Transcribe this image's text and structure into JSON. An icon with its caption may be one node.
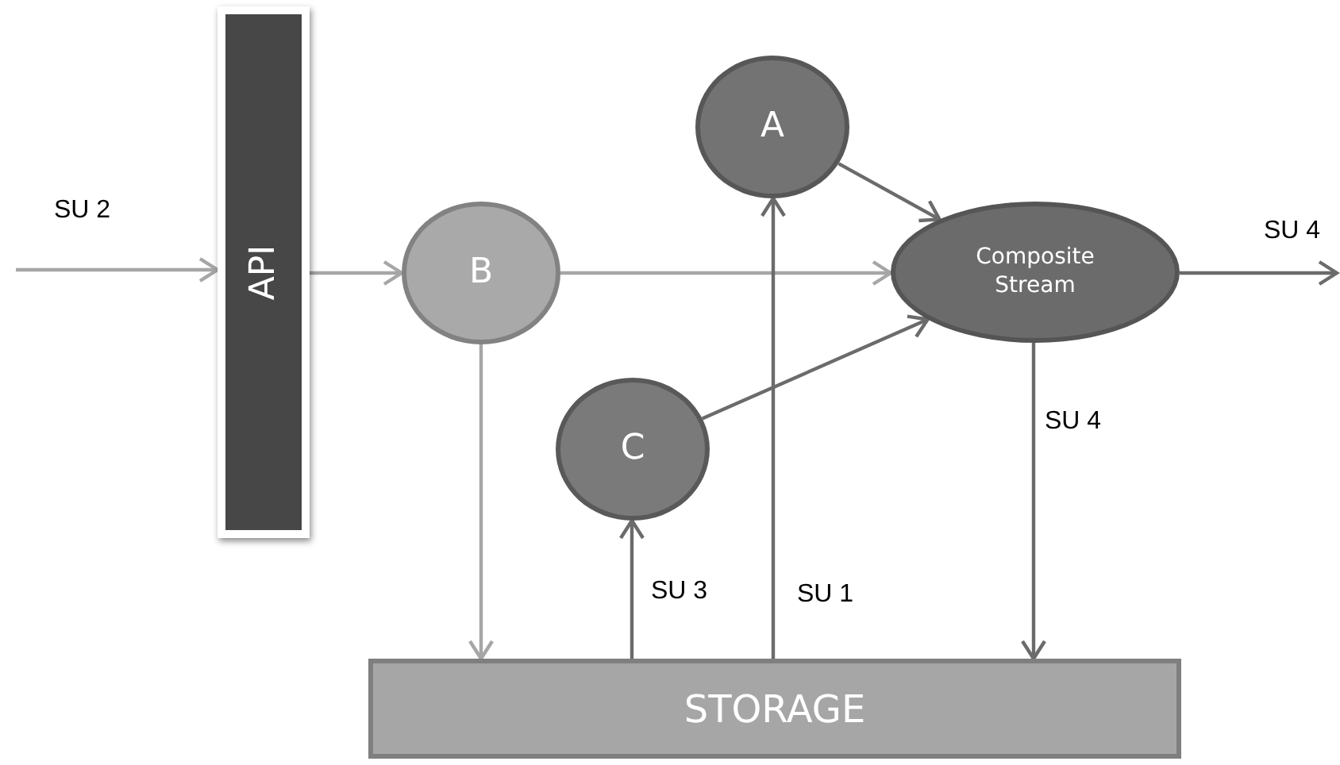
{
  "diagram": {
    "nodes": [
      {
        "text": [
          "API"
        ]
      },
      {
        "text": [
          "A"
        ]
      },
      {
        "text": [
          "B"
        ]
      },
      {
        "text": [
          "Composite Stream"
        ]
      },
      {
        "text": [
          "C"
        ]
      },
      {
        "text": [
          "STORAGE"
        ]
      }
    ],
    "edges": [
      {
        "from": null,
        "to": 0,
        "arrow": "to",
        "label": "SU 2",
        "color": "#a6a6a6"
      },
      {
        "from": 0,
        "to": 2,
        "arrow": "to",
        "color": "#a6a6a6"
      },
      {
        "from": 2,
        "to": 3,
        "arrow": "to",
        "color": "#a6a6a6"
      },
      {
        "from": 2,
        "to": 5,
        "arrow": "to",
        "color": "#a6a6a6"
      },
      {
        "from": 1,
        "to": 3,
        "arrow": "to"
      },
      {
        "from": 4,
        "to": 3,
        "arrow": "to"
      },
      {
        "from": 5,
        "to": 4,
        "arrow": "to",
        "label": "SU 3"
      },
      {
        "from": 5,
        "to": 1,
        "arrow": "to",
        "label": "SU 1"
      },
      {
        "from": 3,
        "to": 5,
        "arrow": "to",
        "label": "SU 4"
      },
      {
        "from": 3,
        "to": null,
        "arrow": "to",
        "label": "SU 4"
      }
    ]
  }
}
